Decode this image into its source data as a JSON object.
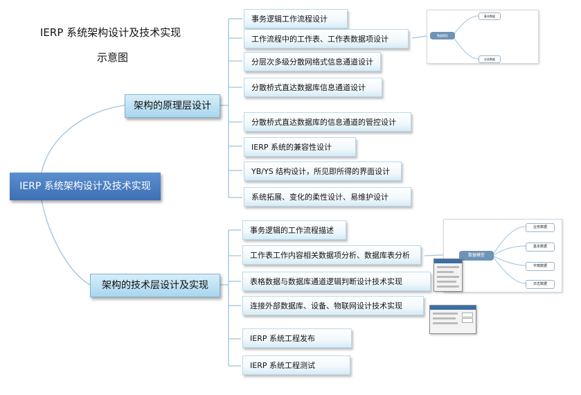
{
  "title": {
    "line1": "IERP 系统架构设计及技术实现",
    "line2": "示意图"
  },
  "root": {
    "label": "IERP 系统架构设计及技术实现"
  },
  "branches": [
    {
      "label": "架构的原理层设计",
      "children": [
        "事务逻辑工作流程设计",
        "工作流程中的工作表、工作表数据项设计",
        "分层次多级分散网络式信息通道设计",
        "分散桥式直达数据库信息通道设计",
        "分散桥式直达数据库的信息通道的管控设计",
        "IERP 系统的兼容性设计",
        "YB/YS 结构设计，所见即所得的界面设计",
        "系统拓展、变化的柔性设计、易维护设计"
      ]
    },
    {
      "label": "架构的技术层设计及实现",
      "children": [
        "事务逻辑的工作流程描述",
        "工作表工作内容相关数据项分析、数据库表分析",
        "表格数据与数据库通道逻辑判断设计技术实现",
        "连接外部数据库、设备、物联网设计技术实现",
        "IERP 系统工程发布",
        "IERP 系统工程测试"
      ]
    }
  ],
  "thumb_top": {
    "center": "数据模型",
    "leaves": [
      "基本数据",
      "业务数据"
    ]
  },
  "thumb_bottom": {
    "center": "数据模型",
    "leaves": [
      "业务数据",
      "基本数据",
      "字典数据",
      "日志数据"
    ]
  },
  "colors": {
    "root": "#3d6fb4",
    "branch": "#a9d6ee",
    "node_border": "#b9d8ea",
    "connector": "#9cc3dc"
  }
}
